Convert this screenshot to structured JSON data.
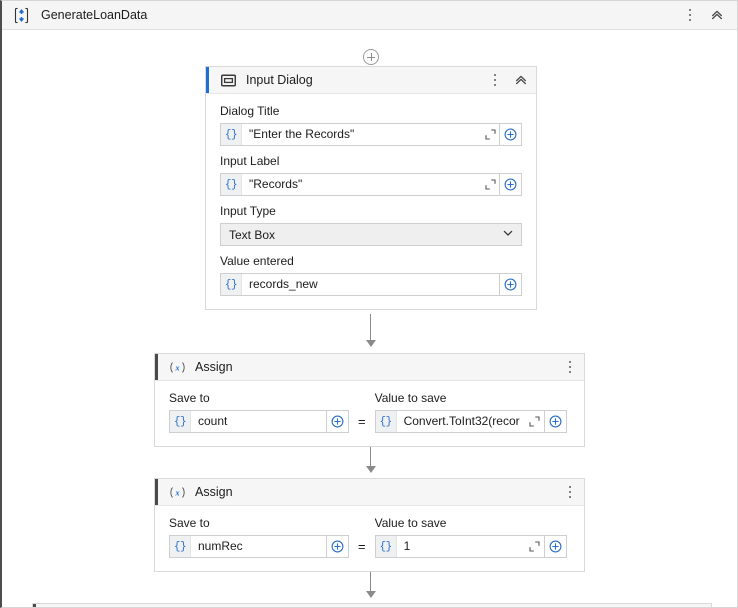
{
  "header": {
    "title": "GenerateLoanData",
    "icon": "sequence-icon",
    "menu_icon": "more-options-icon",
    "collapse_icon": "collapse-up-icon"
  },
  "canvas": {
    "add_step_icon": "add-step-icon"
  },
  "nodes": [
    {
      "id": "input-dialog",
      "type": "Input Dialog",
      "title": "Input Dialog",
      "icon": "input-dialog-icon",
      "accent": "#1d6fd0",
      "menu_icon": "more-options-icon",
      "collapse_icon": "collapse-up-icon",
      "fields": [
        {
          "label": "Dialog Title",
          "kind": "expression",
          "prefix": "{}",
          "value": "\"Enter the Records\"",
          "expandable": true,
          "plus": true
        },
        {
          "label": "Input Label",
          "kind": "expression",
          "prefix": "{}",
          "value": "\"Records\"",
          "expandable": true,
          "plus": true
        },
        {
          "label": "Input Type",
          "kind": "select",
          "value": "Text Box",
          "chevron_icon": "chevron-down-icon"
        },
        {
          "label": "Value entered",
          "kind": "expression",
          "prefix": "{}",
          "value": "records_new",
          "expandable": false,
          "plus": true
        }
      ]
    },
    {
      "id": "assign-count",
      "type": "Assign",
      "title": "Assign",
      "icon": "variable-x-icon",
      "accent": "#4a4a4a",
      "menu_icon": "more-options-icon",
      "operator": "=",
      "left": {
        "label": "Save to",
        "prefix": "{}",
        "value": "count",
        "expandable": false,
        "plus": true
      },
      "right": {
        "label": "Value to save",
        "prefix": "{}",
        "value": "Convert.ToInt32(recor",
        "expandable": true,
        "plus": true
      }
    },
    {
      "id": "assign-numrec",
      "type": "Assign",
      "title": "Assign",
      "icon": "variable-x-icon",
      "accent": "#4a4a4a",
      "menu_icon": "more-options-icon",
      "operator": "=",
      "left": {
        "label": "Save to",
        "prefix": "{}",
        "value": "numRec",
        "expandable": false,
        "plus": true
      },
      "right": {
        "label": "Value to save",
        "prefix": "{}",
        "value": "1",
        "expandable": true,
        "plus": true
      }
    }
  ],
  "colors": {
    "accent_blue": "#1d6fd0",
    "accent_dark": "#4a4a4a",
    "brace_blue": "#2a6fc9",
    "connector": "#8a8a8a"
  }
}
